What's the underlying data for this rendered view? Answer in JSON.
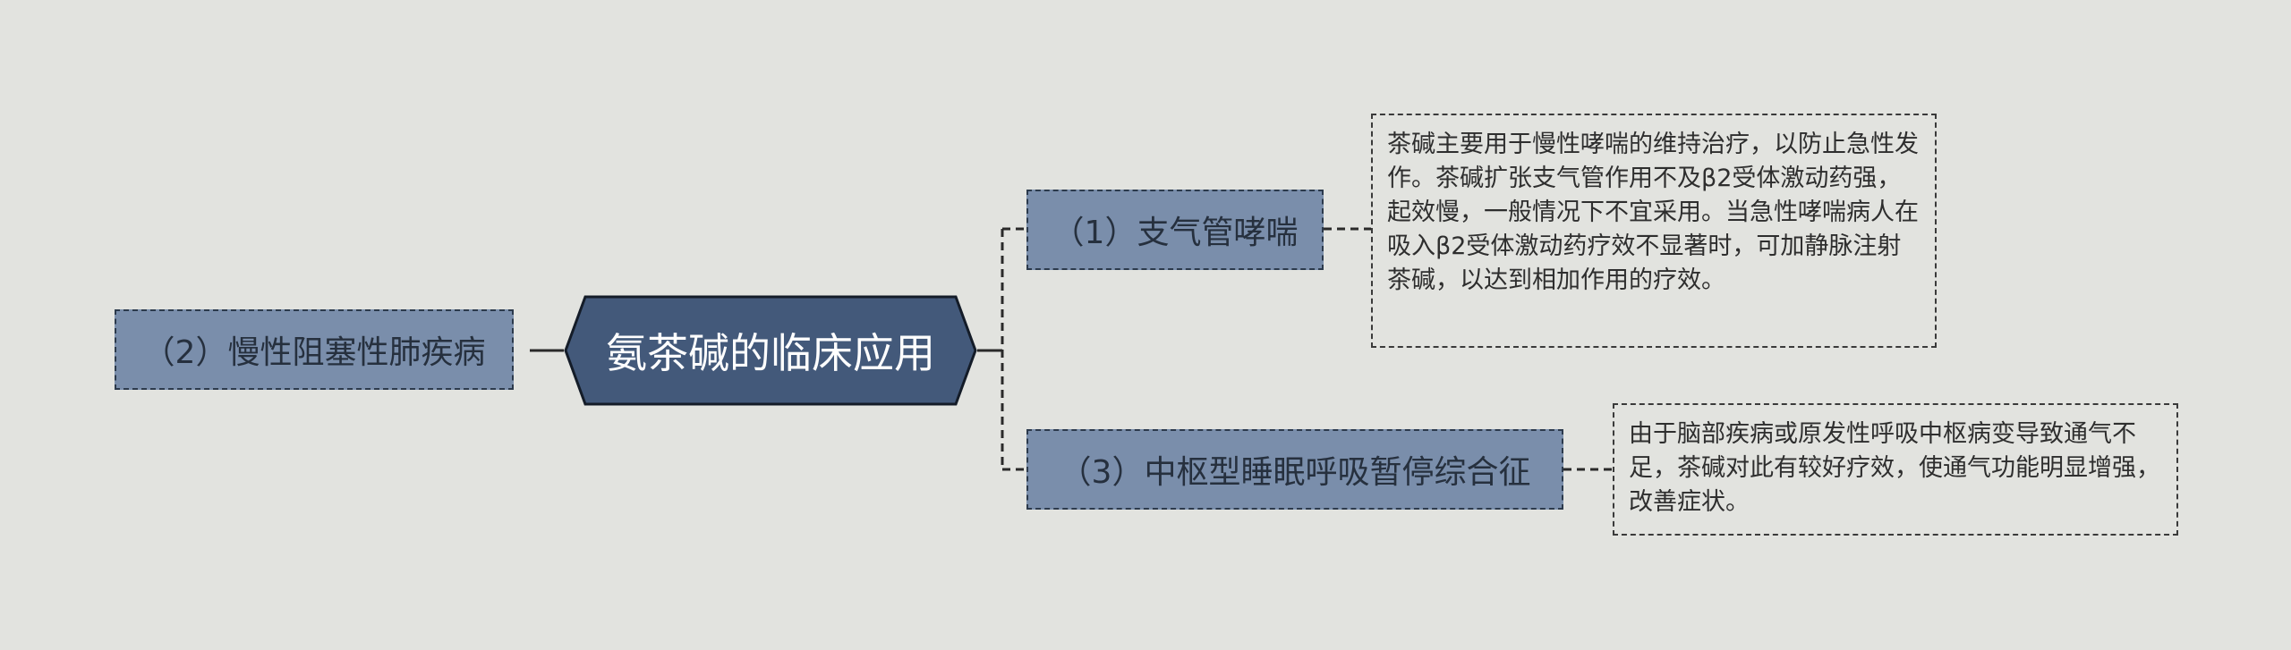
{
  "root": {
    "label": "氨茶碱的临床应用"
  },
  "left_branch": {
    "label": "（2）慢性阻塞性肺疾病"
  },
  "branch_1": {
    "label": "（1）支气管哮喘",
    "note": "茶碱主要用于慢性哮喘的维持治疗，以防止急性发作。茶碱扩张支气管作用不及β2受体激动药强，起效慢，一般情况下不宜采用。当急性哮喘病人在吸入β2受体激动药疗效不显著时，可加静脉注射茶碱，以达到相加作用的疗效。"
  },
  "branch_3": {
    "label": "（3）中枢型睡眠呼吸暂停综合征",
    "note": "由于脑部疾病或原发性呼吸中枢病变导致通气不足，茶碱对此有较好疗效，使通气功能明显增强，改善症状。"
  },
  "colors": {
    "background": "#e2e3df",
    "root_fill": "#43597a",
    "branch_fill": "#7a8eab",
    "line": "#2a2a2a"
  }
}
